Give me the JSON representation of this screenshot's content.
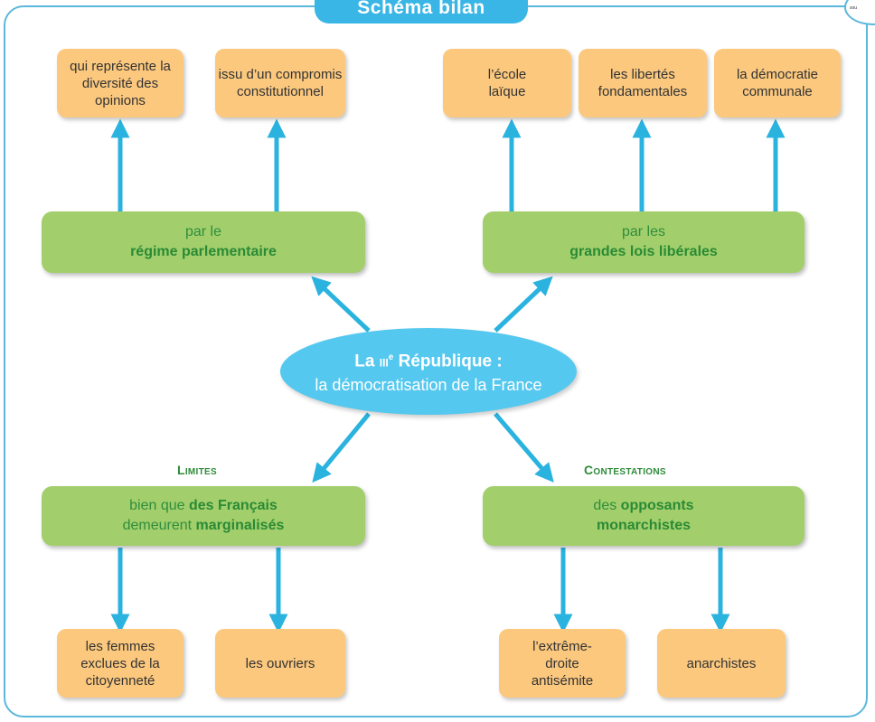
{
  "header": {
    "title": "Schéma bilan"
  },
  "center": {
    "title_prefix": "La",
    "title_numeral": "III",
    "title_superscript": "e",
    "title_suffix": "République :",
    "subtitle": "la démocratisation de la France"
  },
  "top_left": {
    "line1": "par le",
    "line2": "régime parlementaire",
    "children": [
      "qui représente la diversité des opinions",
      "issu d’un compromis constitutionnel"
    ]
  },
  "top_right": {
    "line1": "par les",
    "line2": "grandes lois libérales",
    "children": [
      "l’école laïque",
      "les libertés fondamentales",
      "la démocratie communale"
    ]
  },
  "bottom_left": {
    "heading": "Limites",
    "part1": "bien que ",
    "part2": "des Français",
    "part3": "demeurent ",
    "part4": "marginalisés",
    "children": [
      "les femmes exclues de la citoyenneté",
      "les ouvriers"
    ]
  },
  "bottom_right": {
    "heading": "Contestations",
    "part1": "des ",
    "part2": "opposants",
    "part3": "monarchistes",
    "children": [
      "l’extrême-droite antisémite",
      "anarchistes"
    ]
  },
  "colors": {
    "frame": "#5bb8dc",
    "arrow": "#2bb3e0",
    "orange_box": "#fbc87e",
    "green_box": "#a2cf6b",
    "green_text": "#2f8d3c",
    "oval": "#55c8ef"
  }
}
